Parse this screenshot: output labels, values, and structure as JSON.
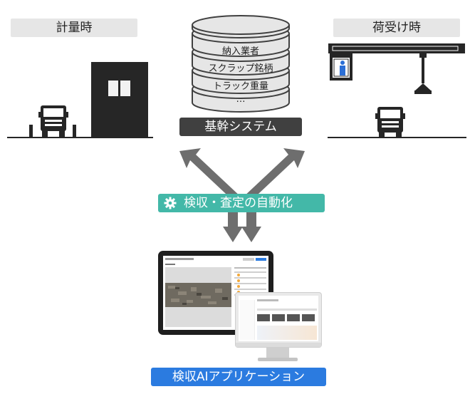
{
  "left_scene": {
    "label": "計量時"
  },
  "right_scene": {
    "label": "荷受け時"
  },
  "database": {
    "rows": [
      "納入業者",
      "スクラップ銘柄",
      "トラック重量",
      "…"
    ],
    "label": "基幹システム"
  },
  "automation": {
    "label": "検収・査定の自動化"
  },
  "app": {
    "label": "検収AIアプリケーション"
  },
  "colors": {
    "dark": "#404040",
    "teal": "#43b8a8",
    "blue": "#2b7be0",
    "arrow": "#6e6e6e"
  }
}
